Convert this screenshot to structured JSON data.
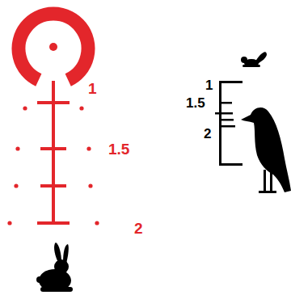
{
  "diagram": {
    "labels": [
      "1",
      "1.5",
      "2",
      "1",
      "1.5",
      "2"
    ]
  }
}
